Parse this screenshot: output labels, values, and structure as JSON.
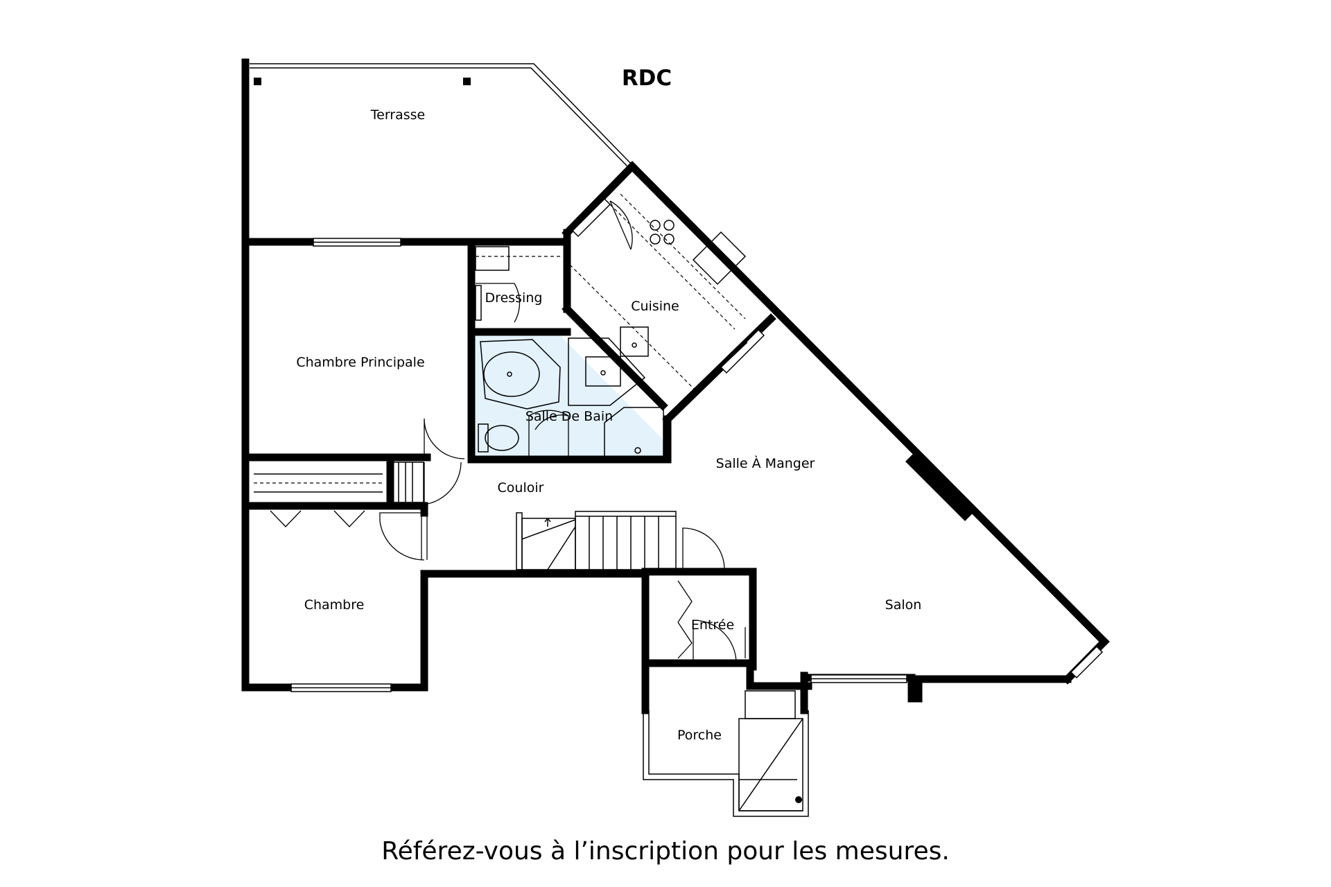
{
  "plan": {
    "floor_title": "RDC",
    "rooms": [
      {
        "id": "terrasse",
        "label": "Terrasse"
      },
      {
        "id": "chambre-principale",
        "label": "Chambre Principale"
      },
      {
        "id": "dressing",
        "label": "Dressing"
      },
      {
        "id": "cuisine",
        "label": "Cuisine"
      },
      {
        "id": "salle-de-bain",
        "label": "Salle De Bain"
      },
      {
        "id": "salle-a-manger",
        "label": "Salle À Manger"
      },
      {
        "id": "couloir",
        "label": "Couloir"
      },
      {
        "id": "chambre",
        "label": "Chambre"
      },
      {
        "id": "entree",
        "label": "Entrée"
      },
      {
        "id": "salon",
        "label": "Salon"
      },
      {
        "id": "porche",
        "label": "Porche"
      }
    ],
    "caption": "Référez-vous à l’inscription pour les mesures.",
    "colors": {
      "wall": "#000000",
      "bathroom_fill": "#e3f2fb",
      "background": "#ffffff"
    }
  }
}
